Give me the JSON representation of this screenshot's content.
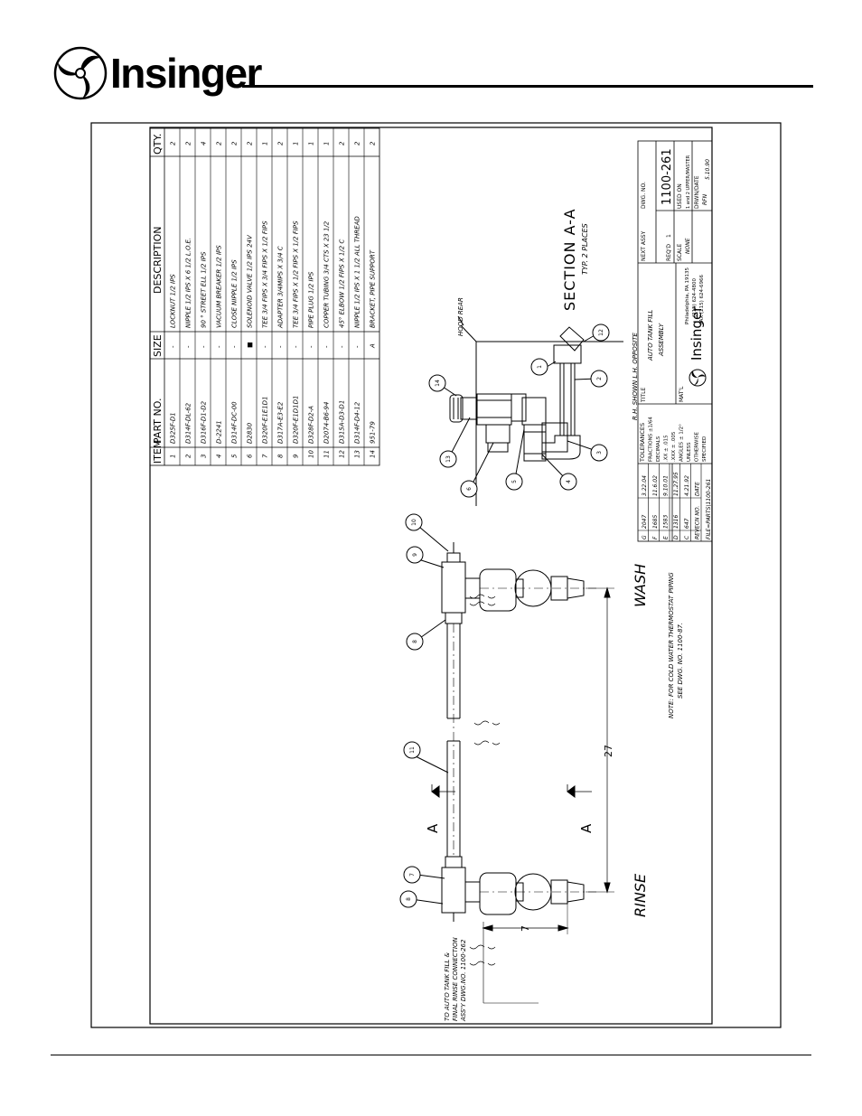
{
  "brand": {
    "name": "Insinger",
    "logo_icon": "swirl-logo-icon"
  },
  "parts_table": {
    "headers": {
      "item": "ITEM",
      "part_no": "PART NO.",
      "size": "SIZE",
      "description": "DESCRIPTION",
      "qty": "QTY."
    },
    "rows": [
      {
        "item": "1",
        "part_no": "D325F-D1",
        "size": "-",
        "description": "LOCKNUT 1/2 IPS",
        "qty": "2"
      },
      {
        "item": "2",
        "part_no": "D314F-DL-62",
        "size": "-",
        "description": "NIPPLE 1/2 IPS X 6 1/2 L.O.E.",
        "qty": "2"
      },
      {
        "item": "3",
        "part_no": "D316F-D1-D2",
        "size": "-",
        "description": "90 ° STREET ELL 1/2 IPS",
        "qty": "4"
      },
      {
        "item": "4",
        "part_no": "D-2241",
        "size": "-",
        "description": "VACUUM BREAKER 1/2 IPS",
        "qty": "2"
      },
      {
        "item": "5",
        "part_no": "D314F-DC-00",
        "size": "-",
        "description": "CLOSE NIPPLE 1/2 IPS",
        "qty": "2"
      },
      {
        "item": "6",
        "part_no": "D2830",
        "size": "■",
        "description": "SOLENOID VALVE 1/2 IPS 24V",
        "qty": "2"
      },
      {
        "item": "7",
        "part_no": "D320F-E1E1D1",
        "size": "-",
        "description": "TEE 3/4 FIPS X 3/4 FIPS X 1/2 FIPS",
        "qty": "1"
      },
      {
        "item": "8",
        "part_no": "D317A-E3-E2",
        "size": "-",
        "description": "ADAPTER 3/4MIPS X 3/4 C",
        "qty": "2"
      },
      {
        "item": "9",
        "part_no": "D320F-E1D1D1",
        "size": "-",
        "description": "TEE 3/4 FIPS X 1/2 FIPS X 1/2 FIPS",
        "qty": "1"
      },
      {
        "item": "10",
        "part_no": "D328F-D2-A",
        "size": "-",
        "description": "PIPE PLUG 1/2 IPS",
        "qty": "1"
      },
      {
        "item": "11",
        "part_no": "D2074-B6-94",
        "size": "-",
        "description": "COPPER TUBING 3/4 CTS X 23 1/2",
        "qty": "1"
      },
      {
        "item": "12",
        "part_no": "D315A-D3-D1",
        "size": "-",
        "description": "45° ELBOW 1/2 FIPS X 1/2 C",
        "qty": "2"
      },
      {
        "item": "13",
        "part_no": "D314F-D4-12",
        "size": "-",
        "description": "NIPPLE 1/2 IPS X 1 1/2 ALL THREAD",
        "qty": "2"
      },
      {
        "item": "14",
        "part_no": "951-79",
        "size": "A",
        "description": "BRACKET, PIPE SUPPORT",
        "qty": "2"
      }
    ]
  },
  "section": {
    "title": "SECTION A-A",
    "subtitle": "TYP. 2 PLACES",
    "hood_label": "HOOD REAR",
    "balloons": [
      "1",
      "2",
      "3",
      "4",
      "5",
      "6",
      "12",
      "13",
      "14"
    ]
  },
  "main_view": {
    "wash_label": "WASH",
    "rinse_label": "RINSE",
    "dim_27": "27",
    "dim_7": "7",
    "section_mark": "A",
    "connection_note": [
      "TO AUTO TANK FILL &",
      "FINAL RINSE CONNECTION",
      "ASS'Y DWG.NO. 1100-262"
    ],
    "note": [
      "NOTE: FOR COLD WATER THERMOSTAT PIPING",
      "SEE DWG. NO. 1100-87."
    ],
    "balloons": [
      "7",
      "8",
      "11",
      "8",
      "9",
      "10"
    ]
  },
  "title_block": {
    "orientation": "R.H. SHOWN  L.H. OPPOSITE",
    "title_label": "TITLE",
    "title": [
      "AUTO TANK FILL",
      "ASSEMBLY"
    ],
    "tolerances": [
      "TOLERANCES",
      "FRACTIONS ±1/64",
      "DECIMALS",
      ".XX ± .015",
      ".XXX ± .005",
      "ANGLES ± 1/2°",
      "UNLESS",
      "OTHERWISE",
      "SPECIFIED"
    ],
    "mat_label": "MAT'L",
    "next_assy_label": "NEXT ASSY",
    "dwg_no_label": "DWG. NO.",
    "dwg_no": "1100-261",
    "reqd_label": "REQ'D",
    "reqd": "1",
    "scale_label": "SCALE",
    "scale": "NONE",
    "used_on_label": "USED ON",
    "used_on": "1 and 2 UPPER/MASTER",
    "drwn_label": "DRWN/DATE",
    "drwn": "RFN",
    "drwn_date": "5.10.90",
    "company": "Insinger",
    "address": "Philadelphia, PA 19135",
    "phone": "(215) 624-4800",
    "fax": "FAX (215) 624-6966",
    "file": "FILE=PARTS\\1100-261",
    "revisions": {
      "headers": [
        "REV",
        "ECN NO.",
        "DATE"
      ],
      "rows": [
        [
          "G",
          "2047",
          "3.22.04"
        ],
        [
          "F",
          "1685",
          "11.6.02"
        ],
        [
          "E",
          "1583",
          "9.10.01"
        ],
        [
          "D",
          "1316",
          "11.27.95"
        ],
        [
          "C",
          "647",
          "4.21.92"
        ]
      ]
    }
  }
}
